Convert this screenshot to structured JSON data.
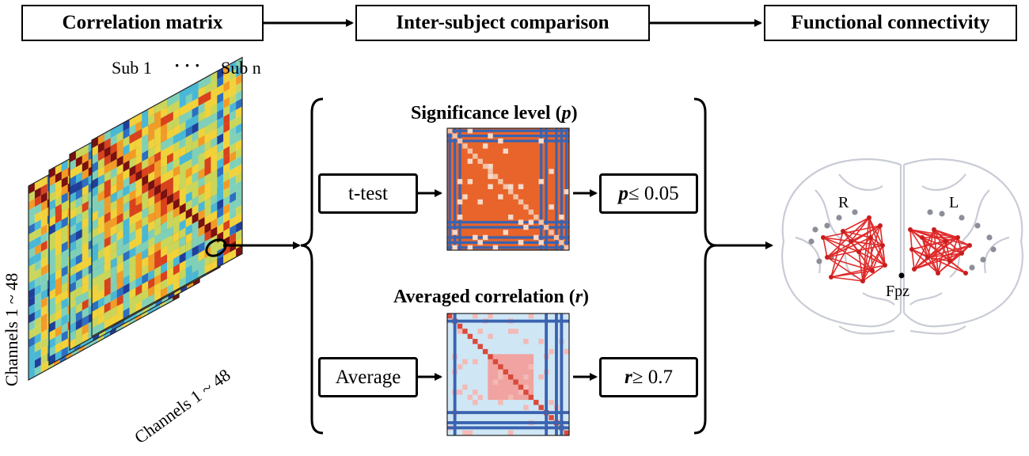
{
  "header": {
    "step1": "Correlation matrix",
    "step2": "Inter-subject comparison",
    "step3": "Functional connectivity"
  },
  "matrix_stack": {
    "first_subject": "Sub 1",
    "ellipsis": "· · ·",
    "last_subject": "Sub n",
    "y_axis": "Channels 1 ~ 48",
    "x_axis": "Channels 1 ~ 48"
  },
  "significance": {
    "title_text": "Significance level (",
    "title_var": "p",
    "title_close": ")",
    "test_label": "t-test",
    "threshold_var": "p",
    "threshold_rest": " ≤ 0.05"
  },
  "correlation": {
    "title_text": "Averaged correlation (",
    "title_var": "r",
    "title_close": ")",
    "method_label": "Average",
    "threshold_var": "r",
    "threshold_rest": " ≥ 0.7"
  },
  "brain": {
    "right_label": "R",
    "left_label": "L",
    "ref_label": "Fpz"
  },
  "colors": {
    "sig_fill": "#e8642a",
    "sig_line": "#3a63b0",
    "avg_bg": "#cfe6f5",
    "avg_pink": "#f0a3a0",
    "link": "#e02a2a",
    "brain_line": "#c9ccd6"
  }
}
